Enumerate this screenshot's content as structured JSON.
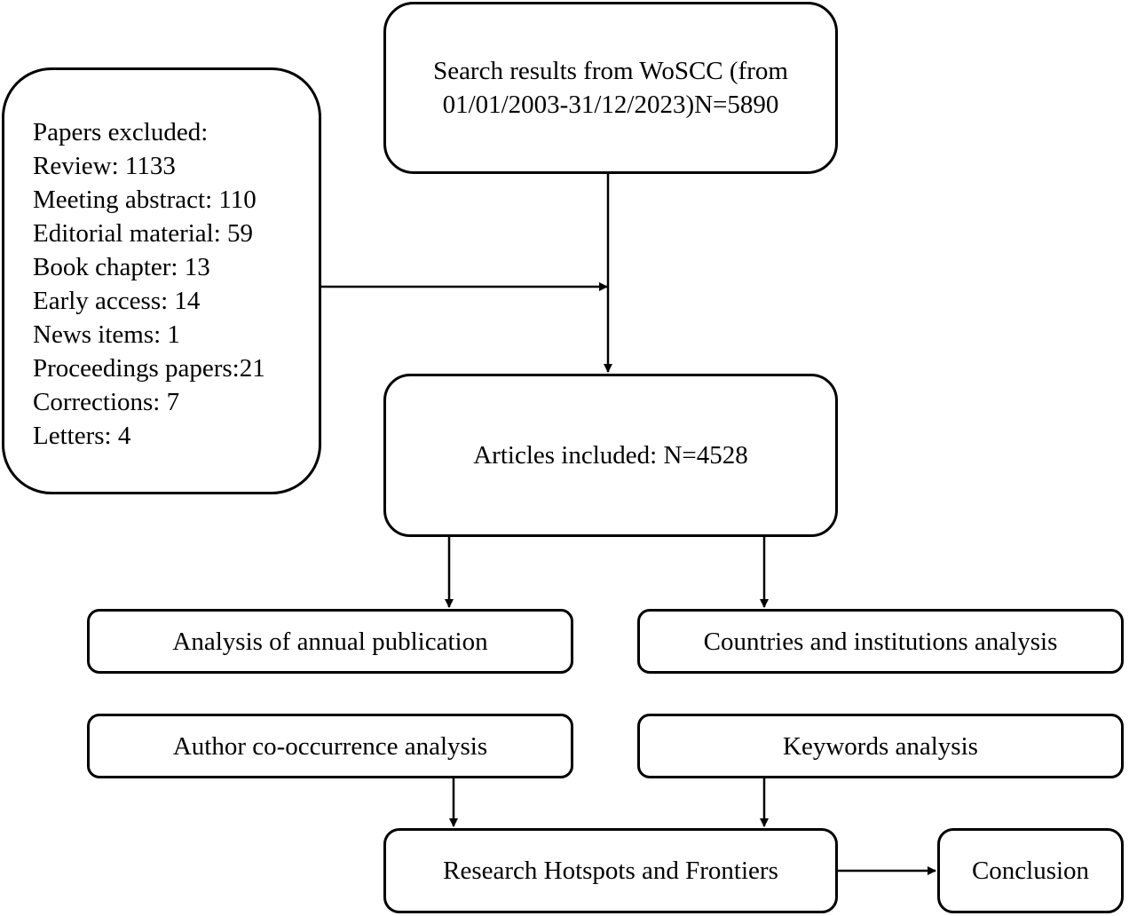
{
  "search": {
    "line1": "Search results from WoSCC (from",
    "line2": "01/01/2003-31/12/2023)N=5890"
  },
  "excluded": {
    "title": "Papers excluded:",
    "items": [
      "Review: 1133",
      "Meeting abstract: 110",
      "Editorial material: 59",
      "Book chapter: 13",
      "Early access: 14",
      "News items: 1",
      "Proceedings papers:21",
      "Corrections: 7",
      "Letters: 4"
    ]
  },
  "included": {
    "label": "Articles included: N=4528"
  },
  "analyses": {
    "annual": "Analysis of annual publication",
    "countries": "Countries and institutions analysis",
    "author": "Author co-occurrence analysis",
    "keywords": "Keywords analysis"
  },
  "hotspots": {
    "label": "Research Hotspots and Frontiers"
  },
  "conclusion": {
    "label": "Conclusion"
  }
}
